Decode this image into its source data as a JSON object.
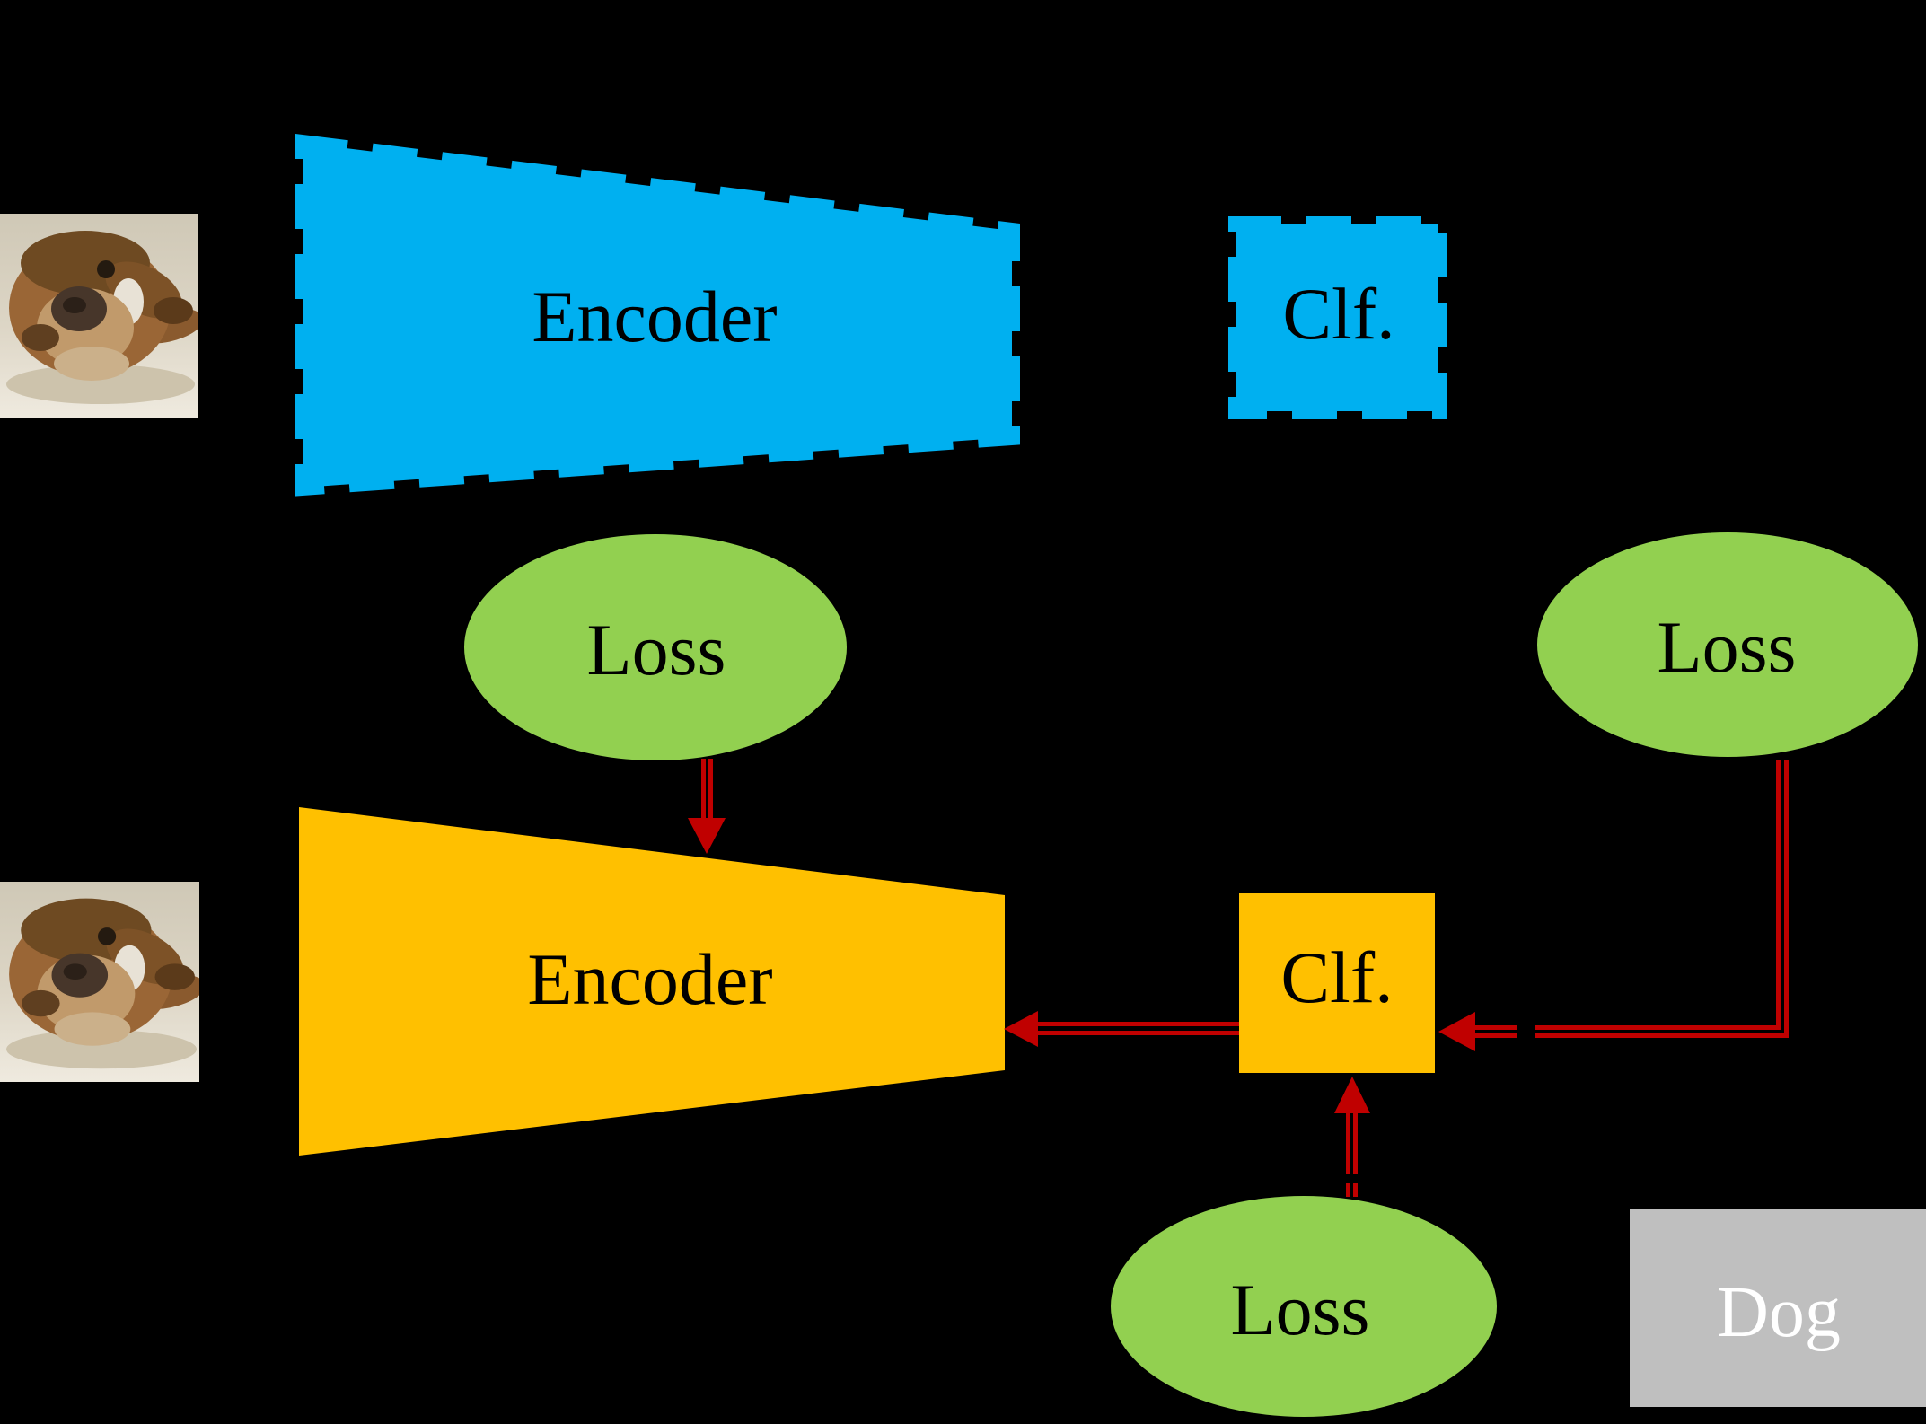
{
  "figure": {
    "background": "#000000",
    "palette": {
      "pretrained_blue": "#00B0F0",
      "finetuned_yellow": "#FFC000",
      "loss_green": "#92D050",
      "arrow_red": "#C00000",
      "label_gray": "#BFBFBF",
      "text_black": "#000000",
      "text_white": "#FFFFFF"
    },
    "pretrained_branch": {
      "encoder_label": "Encoder",
      "clf_label": "Clf."
    },
    "finetuned_branch": {
      "encoder_label": "Encoder",
      "clf_label": "Clf."
    },
    "losses": {
      "top": "Loss",
      "right": "Loss",
      "bottom": "Loss"
    },
    "prediction": {
      "label": "Dog"
    },
    "inputs": {
      "top_image": "dog-photo",
      "bottom_image": "dog-photo"
    }
  }
}
